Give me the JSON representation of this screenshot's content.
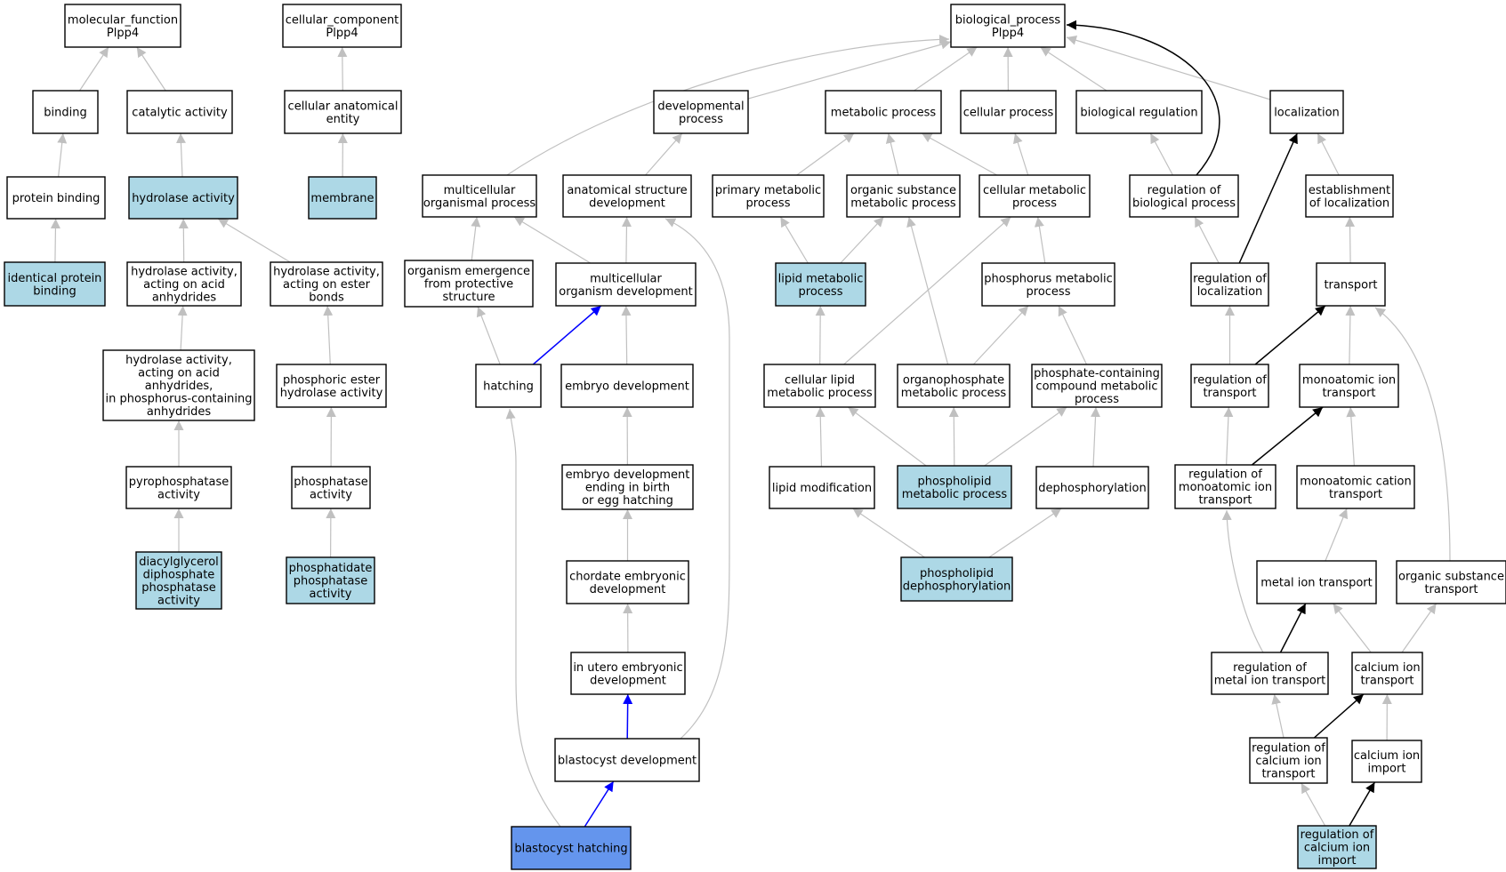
{
  "colors": {
    "default_fill": "#ffffff",
    "annotated_fill": "#add8e6",
    "focus_fill": "#6495ed",
    "edge_gray": "#c0c0c0",
    "edge_black": "#000000",
    "edge_blue": "#0000ff"
  },
  "nodes": [
    {
      "id": "mf",
      "lines": [
        "molecular_function",
        "Plpp4"
      ],
      "fill": "default"
    },
    {
      "id": "cc",
      "lines": [
        "cellular_component",
        "Plpp4"
      ],
      "fill": "default"
    },
    {
      "id": "bp",
      "lines": [
        "biological_process",
        "Plpp4"
      ],
      "fill": "default"
    },
    {
      "id": "binding",
      "lines": [
        "binding"
      ],
      "fill": "default"
    },
    {
      "id": "catalytic",
      "lines": [
        "catalytic activity"
      ],
      "fill": "default"
    },
    {
      "id": "cae",
      "lines": [
        "cellular anatomical",
        "entity"
      ],
      "fill": "default"
    },
    {
      "id": "devproc",
      "lines": [
        "developmental",
        "process"
      ],
      "fill": "default"
    },
    {
      "id": "metab",
      "lines": [
        "metabolic process"
      ],
      "fill": "default"
    },
    {
      "id": "cellproc",
      "lines": [
        "cellular process"
      ],
      "fill": "default"
    },
    {
      "id": "bioreg",
      "lines": [
        "biological regulation"
      ],
      "fill": "default"
    },
    {
      "id": "loc",
      "lines": [
        "localization"
      ],
      "fill": "default"
    },
    {
      "id": "protbind",
      "lines": [
        "protein binding"
      ],
      "fill": "default"
    },
    {
      "id": "hydro",
      "lines": [
        "hydrolase activity"
      ],
      "fill": "annotated"
    },
    {
      "id": "membrane",
      "lines": [
        "membrane"
      ],
      "fill": "annotated"
    },
    {
      "id": "multiorg",
      "lines": [
        "multicellular",
        "organismal process"
      ],
      "fill": "default"
    },
    {
      "id": "anatdev",
      "lines": [
        "anatomical structure",
        "development"
      ],
      "fill": "default"
    },
    {
      "id": "primmet",
      "lines": [
        "primary metabolic",
        "process"
      ],
      "fill": "default"
    },
    {
      "id": "orgsubmet",
      "lines": [
        "organic substance",
        "metabolic process"
      ],
      "fill": "default"
    },
    {
      "id": "cellmet",
      "lines": [
        "cellular metabolic",
        "process"
      ],
      "fill": "default"
    },
    {
      "id": "regbio",
      "lines": [
        "regulation of",
        "biological process"
      ],
      "fill": "default"
    },
    {
      "id": "estloc",
      "lines": [
        "establishment",
        "of localization"
      ],
      "fill": "default"
    },
    {
      "id": "idprot",
      "lines": [
        "identical protein",
        "binding"
      ],
      "fill": "annotated"
    },
    {
      "id": "hydanhyd",
      "lines": [
        "hydrolase activity,",
        "acting on acid",
        "anhydrides"
      ],
      "fill": "default"
    },
    {
      "id": "hydester",
      "lines": [
        "hydrolase activity,",
        "acting on ester",
        "bonds"
      ],
      "fill": "default"
    },
    {
      "id": "orgemerg",
      "lines": [
        "organism emergence",
        "from protective",
        "structure"
      ],
      "fill": "default"
    },
    {
      "id": "multidev",
      "lines": [
        "multicellular",
        "organism development"
      ],
      "fill": "default"
    },
    {
      "id": "lipmet",
      "lines": [
        "lipid metabolic",
        "process"
      ],
      "fill": "annotated"
    },
    {
      "id": "phosmet",
      "lines": [
        "phosphorus metabolic",
        "process"
      ],
      "fill": "default"
    },
    {
      "id": "regloc",
      "lines": [
        "regulation of",
        "localization"
      ],
      "fill": "default"
    },
    {
      "id": "transport",
      "lines": [
        "transport"
      ],
      "fill": "default"
    },
    {
      "id": "hydphos",
      "lines": [
        "hydrolase activity,",
        "acting on acid",
        "anhydrides,",
        "in phosphorus-containing",
        "anhydrides"
      ],
      "fill": "default"
    },
    {
      "id": "phosest",
      "lines": [
        "phosphoric ester",
        "hydrolase activity"
      ],
      "fill": "default"
    },
    {
      "id": "hatching",
      "lines": [
        "hatching"
      ],
      "fill": "default"
    },
    {
      "id": "embdev",
      "lines": [
        "embryo development"
      ],
      "fill": "default"
    },
    {
      "id": "celllip",
      "lines": [
        "cellular lipid",
        "metabolic process"
      ],
      "fill": "default"
    },
    {
      "id": "orgphos",
      "lines": [
        "organophosphate",
        "metabolic process"
      ],
      "fill": "default"
    },
    {
      "id": "phoscomp",
      "lines": [
        "phosphate-containing",
        "compound metabolic",
        "process"
      ],
      "fill": "default"
    },
    {
      "id": "regtrans",
      "lines": [
        "regulation of",
        "transport"
      ],
      "fill": "default"
    },
    {
      "id": "monoion",
      "lines": [
        "monoatomic ion",
        "transport"
      ],
      "fill": "default"
    },
    {
      "id": "pyro",
      "lines": [
        "pyrophosphatase",
        "activity"
      ],
      "fill": "default"
    },
    {
      "id": "phosphatase",
      "lines": [
        "phosphatase",
        "activity"
      ],
      "fill": "default"
    },
    {
      "id": "embbirth",
      "lines": [
        "embryo development",
        "ending in birth",
        "or egg hatching"
      ],
      "fill": "default"
    },
    {
      "id": "lipmod",
      "lines": [
        "lipid modification"
      ],
      "fill": "default"
    },
    {
      "id": "phlipmet",
      "lines": [
        "phospholipid",
        "metabolic process"
      ],
      "fill": "annotated"
    },
    {
      "id": "dephos",
      "lines": [
        "dephosphorylation"
      ],
      "fill": "default"
    },
    {
      "id": "regmono",
      "lines": [
        "regulation of",
        "monoatomic ion",
        "transport"
      ],
      "fill": "default"
    },
    {
      "id": "monocat",
      "lines": [
        "monoatomic cation",
        "transport"
      ],
      "fill": "default"
    },
    {
      "id": "dgpp",
      "lines": [
        "diacylglycerol",
        "diphosphate",
        "phosphatase",
        "activity"
      ],
      "fill": "annotated"
    },
    {
      "id": "pap",
      "lines": [
        "phosphatidate",
        "phosphatase",
        "activity"
      ],
      "fill": "annotated"
    },
    {
      "id": "chordate",
      "lines": [
        "chordate embryonic",
        "development"
      ],
      "fill": "default"
    },
    {
      "id": "phlipdephos",
      "lines": [
        "phospholipid",
        "dephosphorylation"
      ],
      "fill": "annotated"
    },
    {
      "id": "metalion",
      "lines": [
        "metal ion transport"
      ],
      "fill": "default"
    },
    {
      "id": "orgsubtrans",
      "lines": [
        "organic substance",
        "transport"
      ],
      "fill": "default"
    },
    {
      "id": "inutero",
      "lines": [
        "in utero embryonic",
        "development"
      ],
      "fill": "default"
    },
    {
      "id": "regmetal",
      "lines": [
        "regulation of",
        "metal ion transport"
      ],
      "fill": "default"
    },
    {
      "id": "caion",
      "lines": [
        "calcium ion",
        "transport"
      ],
      "fill": "default"
    },
    {
      "id": "blastdev",
      "lines": [
        "blastocyst development"
      ],
      "fill": "default"
    },
    {
      "id": "regcaion",
      "lines": [
        "regulation of",
        "calcium ion",
        "transport"
      ],
      "fill": "default"
    },
    {
      "id": "caimport",
      "lines": [
        "calcium ion",
        "import"
      ],
      "fill": "default"
    },
    {
      "id": "blasthatch",
      "lines": [
        "blastocyst hatching"
      ],
      "fill": "focus"
    },
    {
      "id": "regcaimport",
      "lines": [
        "regulation of",
        "calcium ion",
        "import"
      ],
      "fill": "annotated"
    }
  ],
  "edges": [
    {
      "from": "binding",
      "to": "mf",
      "color": "gray"
    },
    {
      "from": "catalytic",
      "to": "mf",
      "color": "gray"
    },
    {
      "from": "protbind",
      "to": "binding",
      "color": "gray"
    },
    {
      "from": "idprot",
      "to": "protbind",
      "color": "gray"
    },
    {
      "from": "hydro",
      "to": "catalytic",
      "color": "gray"
    },
    {
      "from": "hydanhyd",
      "to": "hydro",
      "color": "gray"
    },
    {
      "from": "hydester",
      "to": "hydro",
      "color": "gray"
    },
    {
      "from": "hydphos",
      "to": "hydanhyd",
      "color": "gray"
    },
    {
      "from": "pyro",
      "to": "hydphos",
      "color": "gray"
    },
    {
      "from": "dgpp",
      "to": "pyro",
      "color": "gray"
    },
    {
      "from": "phosest",
      "to": "hydester",
      "color": "gray"
    },
    {
      "from": "phosphatase",
      "to": "phosest",
      "color": "gray"
    },
    {
      "from": "pap",
      "to": "phosphatase",
      "color": "gray"
    },
    {
      "from": "cae",
      "to": "cc",
      "color": "gray"
    },
    {
      "from": "membrane",
      "to": "cae",
      "color": "gray"
    },
    {
      "from": "multiorg",
      "to": "bp",
      "color": "gray"
    },
    {
      "from": "devproc",
      "to": "bp",
      "color": "gray"
    },
    {
      "from": "metab",
      "to": "bp",
      "color": "gray"
    },
    {
      "from": "cellproc",
      "to": "bp",
      "color": "gray"
    },
    {
      "from": "bioreg",
      "to": "bp",
      "color": "gray"
    },
    {
      "from": "loc",
      "to": "bp",
      "color": "gray"
    },
    {
      "from": "regbio",
      "to": "bp",
      "color": "black"
    },
    {
      "from": "anatdev",
      "to": "devproc",
      "color": "gray"
    },
    {
      "from": "primmet",
      "to": "metab",
      "color": "gray"
    },
    {
      "from": "orgsubmet",
      "to": "metab",
      "color": "gray"
    },
    {
      "from": "cellmet",
      "to": "metab",
      "color": "gray"
    },
    {
      "from": "cellmet",
      "to": "cellproc",
      "color": "gray"
    },
    {
      "from": "regbio",
      "to": "bioreg",
      "color": "gray"
    },
    {
      "from": "estloc",
      "to": "loc",
      "color": "gray"
    },
    {
      "from": "regloc",
      "to": "loc",
      "color": "black"
    },
    {
      "from": "orgemerg",
      "to": "multiorg",
      "color": "gray"
    },
    {
      "from": "multidev",
      "to": "multiorg",
      "color": "gray"
    },
    {
      "from": "multidev",
      "to": "anatdev",
      "color": "gray"
    },
    {
      "from": "hatching",
      "to": "orgemerg",
      "color": "gray"
    },
    {
      "from": "hatching",
      "to": "multidev",
      "color": "blue"
    },
    {
      "from": "embdev",
      "to": "multidev",
      "color": "gray"
    },
    {
      "from": "embbirth",
      "to": "embdev",
      "color": "gray"
    },
    {
      "from": "chordate",
      "to": "embbirth",
      "color": "gray"
    },
    {
      "from": "inutero",
      "to": "chordate",
      "color": "gray"
    },
    {
      "from": "blastdev",
      "to": "inutero",
      "color": "blue"
    },
    {
      "from": "blastdev",
      "to": "anatdev",
      "color": "gray"
    },
    {
      "from": "blasthatch",
      "to": "blastdev",
      "color": "blue"
    },
    {
      "from": "blasthatch",
      "to": "hatching",
      "color": "gray"
    },
    {
      "from": "lipmet",
      "to": "primmet",
      "color": "gray"
    },
    {
      "from": "lipmet",
      "to": "orgsubmet",
      "color": "gray"
    },
    {
      "from": "celllip",
      "to": "lipmet",
      "color": "gray"
    },
    {
      "from": "celllip",
      "to": "cellmet",
      "color": "gray"
    },
    {
      "from": "phosmet",
      "to": "cellmet",
      "color": "gray"
    },
    {
      "from": "orgphos",
      "to": "orgsubmet",
      "color": "gray"
    },
    {
      "from": "orgphos",
      "to": "phosmet",
      "color": "gray"
    },
    {
      "from": "phoscomp",
      "to": "phosmet",
      "color": "gray"
    },
    {
      "from": "lipmod",
      "to": "celllip",
      "color": "gray"
    },
    {
      "from": "phlipmet",
      "to": "celllip",
      "color": "gray"
    },
    {
      "from": "phlipmet",
      "to": "orgphos",
      "color": "gray"
    },
    {
      "from": "phlipmet",
      "to": "phoscomp",
      "color": "gray"
    },
    {
      "from": "dephos",
      "to": "phoscomp",
      "color": "gray"
    },
    {
      "from": "phlipdephos",
      "to": "lipmod",
      "color": "gray"
    },
    {
      "from": "phlipdephos",
      "to": "dephos",
      "color": "gray"
    },
    {
      "from": "regloc",
      "to": "regbio",
      "color": "gray"
    },
    {
      "from": "transport",
      "to": "estloc",
      "color": "gray"
    },
    {
      "from": "regtrans",
      "to": "regloc",
      "color": "gray"
    },
    {
      "from": "regtrans",
      "to": "transport",
      "color": "black"
    },
    {
      "from": "monoion",
      "to": "transport",
      "color": "gray"
    },
    {
      "from": "orgsubtrans",
      "to": "transport",
      "color": "gray"
    },
    {
      "from": "regmono",
      "to": "regtrans",
      "color": "gray"
    },
    {
      "from": "regmono",
      "to": "monoion",
      "color": "black"
    },
    {
      "from": "monocat",
      "to": "monoion",
      "color": "gray"
    },
    {
      "from": "metalion",
      "to": "monocat",
      "color": "gray"
    },
    {
      "from": "regmetal",
      "to": "regmono",
      "color": "gray"
    },
    {
      "from": "regmetal",
      "to": "metalion",
      "color": "black"
    },
    {
      "from": "caion",
      "to": "metalion",
      "color": "gray"
    },
    {
      "from": "caion",
      "to": "orgsubtrans",
      "color": "gray"
    },
    {
      "from": "regcaion",
      "to": "regmetal",
      "color": "gray"
    },
    {
      "from": "regcaion",
      "to": "caion",
      "color": "black"
    },
    {
      "from": "caimport",
      "to": "caion",
      "color": "gray"
    },
    {
      "from": "regcaimport",
      "to": "regcaion",
      "color": "gray"
    },
    {
      "from": "regcaimport",
      "to": "caimport",
      "color": "black"
    }
  ]
}
